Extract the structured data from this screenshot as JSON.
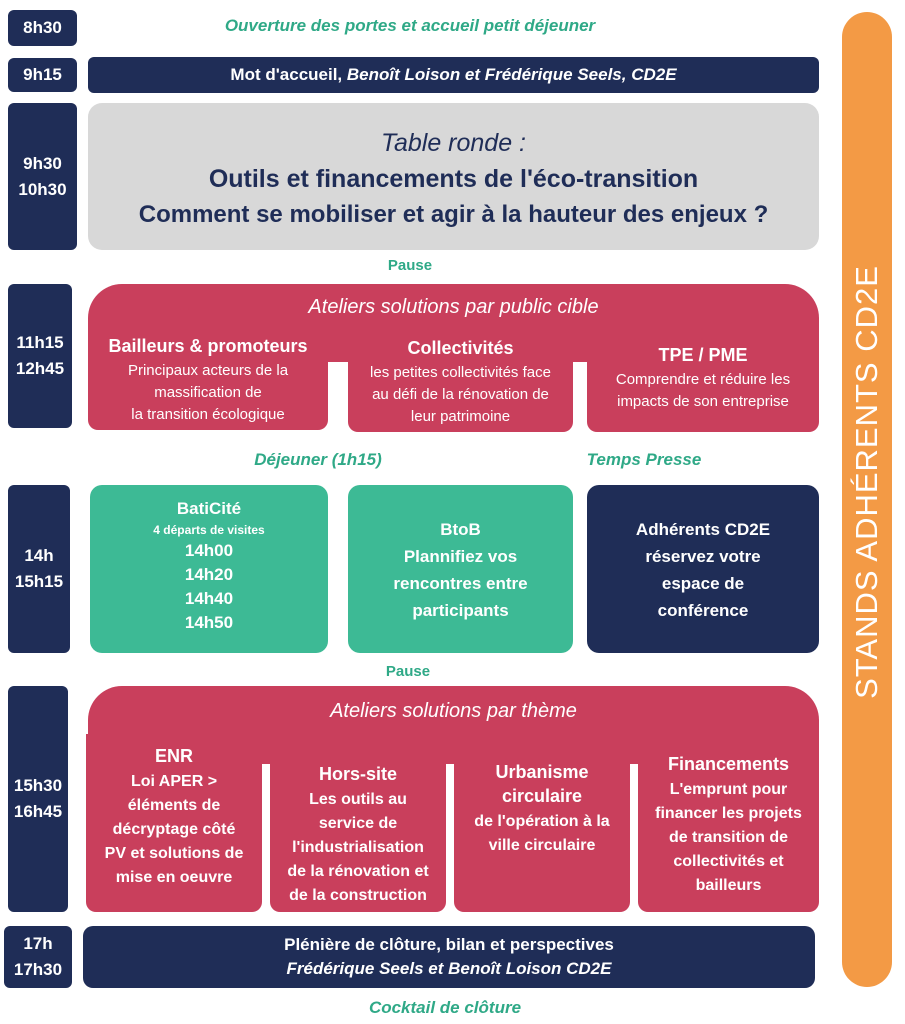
{
  "times": {
    "t1": "8h30",
    "t2": "9h15",
    "t3a": "9h30",
    "t3b": "10h30",
    "t4a": "11h15",
    "t4b": "12h45",
    "t5a": "14h",
    "t5b": "15h15",
    "t6a": "15h30",
    "t6b": "16h45",
    "t7a": "17h",
    "t7b": "17h30"
  },
  "opening": "Ouverture des portes et accueil petit déjeuner",
  "welcome": {
    "prefix": "Mot d'accueil, ",
    "names": "Benoît Loison et Frédérique Seels, CD2E"
  },
  "roundtable": {
    "title": "Table ronde :",
    "line1": "Outils et financements de l'éco-transition",
    "line2": "Comment se mobiliser et agir à la hauteur des enjeux ?"
  },
  "pause1": "Pause",
  "workshops1": {
    "title": "Ateliers solutions par public cible",
    "cards": [
      {
        "heading": "Bailleurs & promoteurs",
        "desc": [
          "Principaux acteurs de la",
          "massification de",
          "la transition écologique"
        ]
      },
      {
        "heading": "Collectivités",
        "desc": [
          "les petites collectivités face",
          "au défi de la rénovation de",
          "leur patrimoine"
        ]
      },
      {
        "heading": "TPE / PME",
        "desc": [
          "Comprendre et réduire les",
          "impacts de son entreprise"
        ]
      }
    ]
  },
  "lunch": "Déjeuner (1h15)",
  "press": "Temps Presse",
  "afternoon": {
    "baticite": {
      "title": "BatiCité",
      "subtitle": "4 départs de visites",
      "slots": [
        "14h00",
        "14h20",
        "14h40",
        "14h50"
      ]
    },
    "btob": {
      "lines": [
        "BtoB",
        "Plannifiez vos",
        "rencontres entre",
        "participants"
      ]
    },
    "members": {
      "lines": [
        "Adhérents CD2E",
        "réservez votre",
        "espace de",
        "conférence"
      ]
    }
  },
  "pause2": "Pause",
  "workshops2": {
    "title": "Ateliers solutions par thème",
    "cards": [
      {
        "heading": "ENR",
        "desc": [
          "Loi APER >",
          "éléments de",
          "décryptage côté",
          "PV et solutions de",
          "mise en oeuvre"
        ]
      },
      {
        "heading": "Hors-site",
        "desc": [
          "Les outils au",
          "service de",
          "l'industrialisation",
          "de la rénovation et",
          "de la construction"
        ]
      },
      {
        "heading": "Urbanisme circulaire",
        "headingLines": [
          "Urbanisme",
          "circulaire"
        ],
        "desc": [
          "de l'opération à la",
          "ville circulaire"
        ]
      },
      {
        "heading": "Financements",
        "desc": [
          "L'emprunt pour",
          "financer les projets",
          "de transition de",
          "collectivités et",
          "bailleurs"
        ]
      }
    ]
  },
  "closing": {
    "line1": "Plénière de clôture, bilan et perspectives",
    "line2": "Frédérique Seels et Benoît Loison CD2E"
  },
  "cocktail": "Cocktail de clôture",
  "sidebar": "STANDS ADHÉRENTS CD2E",
  "colors": {
    "navy": "#1f2d57",
    "red": "#c93f5c",
    "green": "#3dba95",
    "grey": "#d8d8d8",
    "orange": "#f39a45",
    "teal_text": "#2fa987"
  }
}
